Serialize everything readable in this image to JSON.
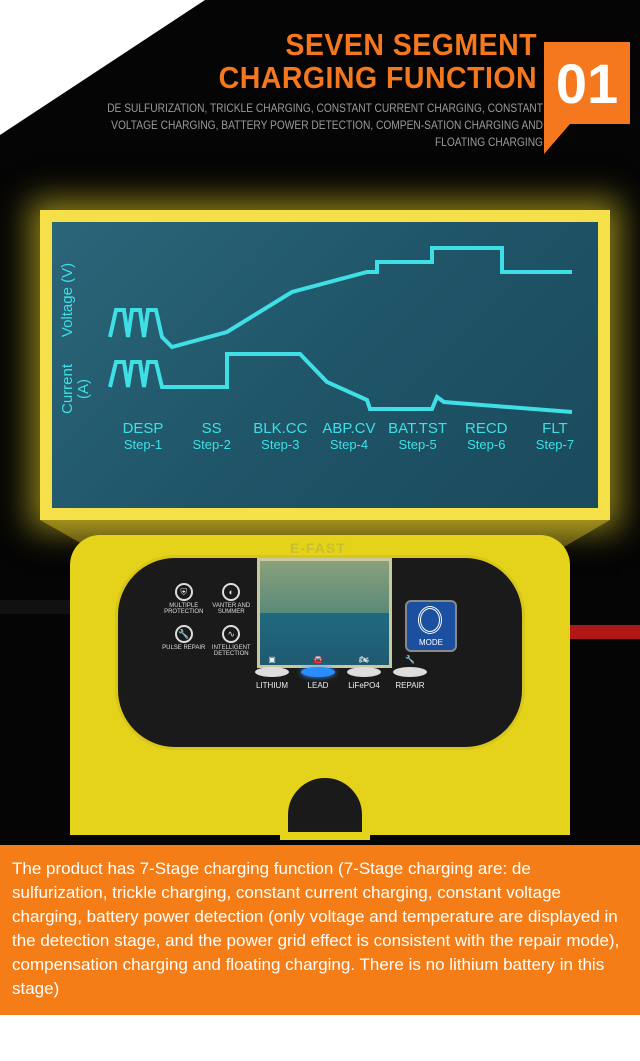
{
  "header": {
    "title_line1": "SEVEN SEGMENT",
    "title_line2": "CHARGING FUNCTION",
    "badge": "01",
    "subtitle": "DE SULFURIZATION, TRICKLE CHARGING, CONSTANT CURRENT CHARGING, CONSTANT VOLTAGE CHARGING, BATTERY POWER DETECTION, COMPEN-SATION CHARGING AND FLOATING CHARGING",
    "accent": "#f5781e"
  },
  "display": {
    "voltage_label": "Voltage (V)",
    "current_label": "Current (A)",
    "steps": [
      {
        "name": "DESP",
        "step": "Step-1"
      },
      {
        "name": "SS",
        "step": "Step-2"
      },
      {
        "name": "BLK.CC",
        "step": "Step-3"
      },
      {
        "name": "ABP.CV",
        "step": "Step-4"
      },
      {
        "name": "BAT.TST",
        "step": "Step-5"
      },
      {
        "name": "RECD",
        "step": "Step-6"
      },
      {
        "name": "FLT",
        "step": "Step-7"
      }
    ],
    "trace_color": "#3ee0e6"
  },
  "device": {
    "brand": "E-FAST",
    "features": [
      "MULTIPLE PROTECTION",
      "VANTER AND SUMMER",
      "PULSE REPAIR",
      "INTELLIGENT DETECTION"
    ],
    "modes": [
      {
        "label": "LITHIUM",
        "active": false
      },
      {
        "label": "LEAD",
        "active": true
      },
      {
        "label": "LiFePO4",
        "active": false
      },
      {
        "label": "REPAIR",
        "active": false
      }
    ],
    "mode_button": "MODE"
  },
  "description": "The product has 7-Stage charging function (7-Stage charging are: de sulfurization, trickle charging, constant current charging, constant voltage charging, battery power detection (only voltage and temperature are displayed in the detection stage, and the power grid effect is consistent with the repair mode), compensation charging and floating charging. There is no lithium battery in this stage)"
}
